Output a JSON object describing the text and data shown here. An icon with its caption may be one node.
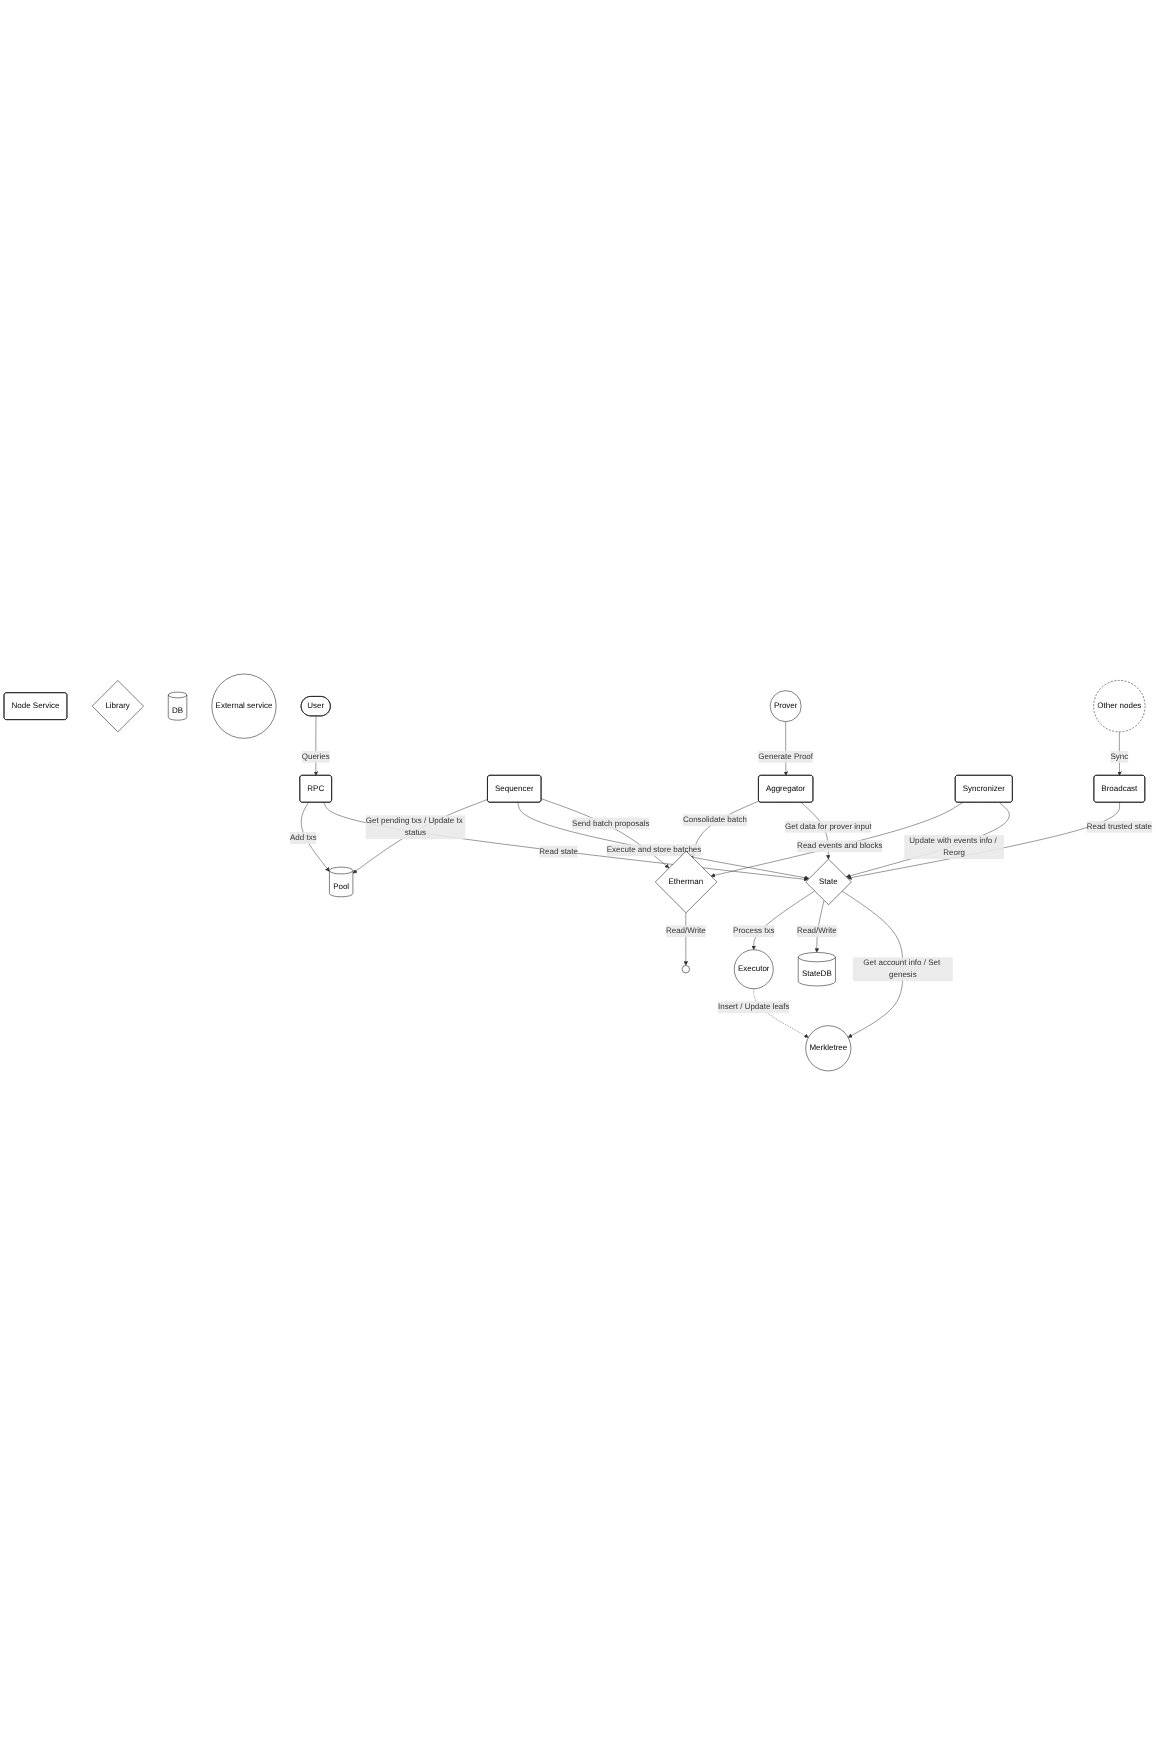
{
  "diagram": {
    "nodes": [
      {
        "text": [
          "Node Service"
        ]
      },
      {
        "text": [
          "Library"
        ]
      },
      {
        "text": [
          "DB"
        ]
      },
      {
        "text": [
          "External service"
        ]
      },
      {
        "text": [
          "User"
        ]
      },
      {
        "text": [
          "RPC"
        ]
      },
      {
        "text": [
          "Sequencer"
        ]
      },
      {
        "text": [
          "Pool"
        ]
      },
      {
        "text": [
          "Aggregator"
        ]
      },
      {
        "text": [
          "Etherman"
        ]
      },
      {
        "text": [],
        "shape": "circle"
      },
      {
        "text": [
          "Prover"
        ]
      },
      {
        "text": [
          "Syncronizer"
        ]
      },
      {
        "text": [
          "Other nodes"
        ]
      },
      {
        "text": [
          "Broadcast"
        ]
      },
      {
        "text": [
          "State"
        ]
      },
      {
        "text": [
          "Executor"
        ]
      },
      {
        "text": [
          "StateDB"
        ]
      },
      {
        "text": [
          "Merkletree"
        ]
      }
    ],
    "edges": [
      {
        "from": 4,
        "to": 5,
        "arrow": "to",
        "label": "Queries"
      },
      {
        "from": 5,
        "to": 7,
        "arrow": "to",
        "label": "Add txs"
      },
      {
        "from": 6,
        "to": 7,
        "arrow": "to",
        "label": "Get pending txs / Update tx status"
      },
      {
        "from": 6,
        "to": 15,
        "arrow": "to",
        "label": "Execute and store batches"
      },
      {
        "from": 6,
        "to": 9,
        "arrow": "to",
        "label": "Send batch proposals"
      },
      {
        "from": 8,
        "to": 9,
        "arrow": "to",
        "label": "Consolidate batch"
      },
      {
        "from": 9,
        "to": 10,
        "arrow": "to",
        "label": "Read/Write"
      },
      {
        "from": 11,
        "to": 8,
        "arrow": "to",
        "label": "Generate Proof"
      },
      {
        "from": 8,
        "to": 15,
        "arrow": "to",
        "label": "Get data for prover input"
      },
      {
        "from": 12,
        "to": 9,
        "arrow": "to",
        "label": "Read events and blocks"
      },
      {
        "from": 12,
        "to": 15,
        "arrow": "to",
        "label": "Update with events info / Reorg"
      },
      {
        "from": 5,
        "to": 15,
        "arrow": "to",
        "label": "Read state"
      },
      {
        "from": 13,
        "to": 14,
        "arrow": "to",
        "label": "Sync"
      },
      {
        "from": 14,
        "to": 15,
        "arrow": "to",
        "label": "Read trusted state"
      },
      {
        "from": 15,
        "to": 16,
        "arrow": "to",
        "label": "Process txs"
      },
      {
        "from": 15,
        "to": 17,
        "arrow": "to",
        "label": "Read/Write"
      },
      {
        "from": 15,
        "to": 18,
        "arrow": "to",
        "label": "Get account info / Set genesis"
      },
      {
        "from": 16,
        "to": 18,
        "arrow": "to",
        "label": "Insert / Update leafs",
        "style": "dashed"
      }
    ]
  }
}
